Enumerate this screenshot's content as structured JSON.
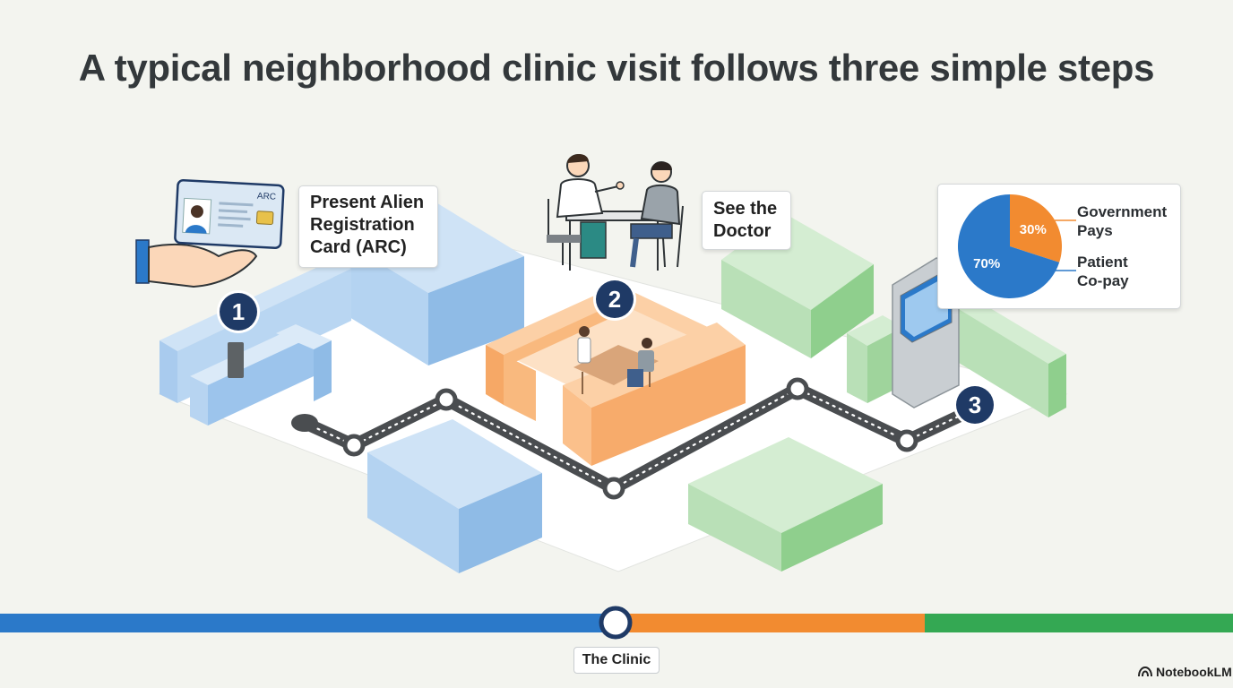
{
  "title": "A typical neighborhood clinic visit follows three simple steps",
  "steps": [
    {
      "number": "1",
      "lines": [
        "Present Alien",
        "Registration",
        "Card (ARC)"
      ]
    },
    {
      "number": "2",
      "lines": [
        "See the",
        "Doctor"
      ]
    },
    {
      "number": "3",
      "lines": []
    }
  ],
  "arc_card": {
    "label": "ARC"
  },
  "pie": {
    "slices": [
      {
        "label_lines": [
          "Government",
          "Pays"
        ],
        "percent_text": "30%",
        "value": 30,
        "color": "#f28b30"
      },
      {
        "label_lines": [
          "Patient",
          "Co-pay"
        ],
        "percent_text": "70%",
        "value": 70,
        "color": "#2b79c9"
      }
    ]
  },
  "timeline": {
    "marker_label": "The Clinic",
    "segment_colors": [
      "#2b79c9",
      "#f28b30",
      "#34a853"
    ]
  },
  "brand": "NotebookLM",
  "colors": {
    "blue_zone": "#a9cdf0",
    "orange_zone": "#f9b97e",
    "green_zone": "#a8d9a6",
    "path": "#4a4d50",
    "badge": "#1f3a66"
  }
}
